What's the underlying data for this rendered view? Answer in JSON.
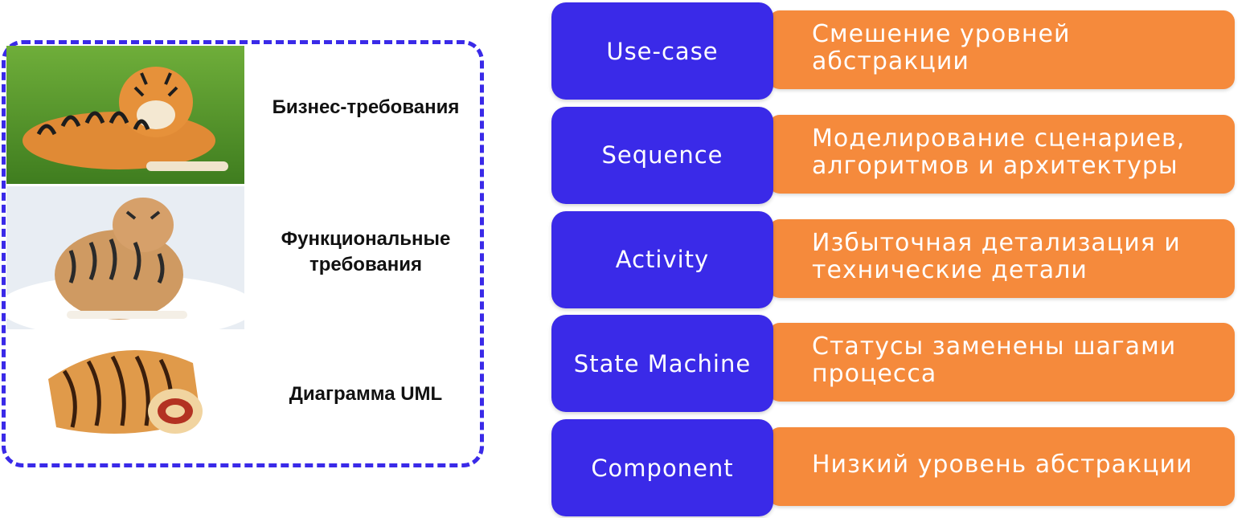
{
  "colors": {
    "primary": "#3a2ae8",
    "accent": "#f58a3c",
    "text_dark": "#111111",
    "text_light": "#ffffff"
  },
  "left_panel": {
    "items": [
      {
        "image": "tiger-on-grass-image",
        "label": "Бизнес-требования"
      },
      {
        "image": "tiger-in-snow-image",
        "label": "Функциональные\nтребования"
      },
      {
        "image": "swiss-roll-cake-image",
        "label": "Диаграмма UML"
      }
    ]
  },
  "rows": [
    {
      "diagram": "Use-case",
      "issue": "Смешение уровней\nабстракции"
    },
    {
      "diagram": "Sequence",
      "issue": "Моделирование сценариев,\nалгоритмов и архитектуры"
    },
    {
      "diagram": "Activity",
      "issue": "Избыточная детализация и\nтехнические детали"
    },
    {
      "diagram": "State Machine",
      "issue": "Статусы заменены шагами\nпроцесса"
    },
    {
      "diagram": "Component",
      "issue": "Низкий уровень абстракции"
    }
  ]
}
